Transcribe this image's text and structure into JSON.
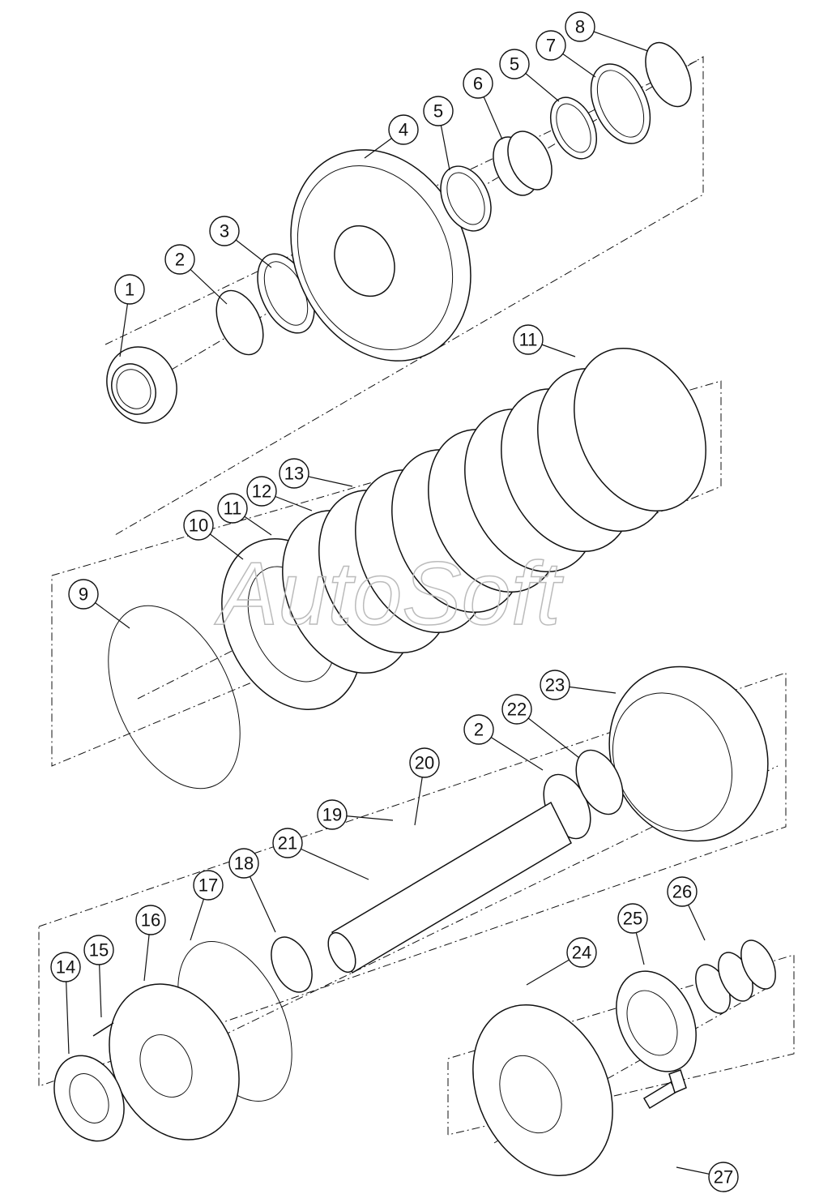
{
  "watermark": "AutoSoft",
  "callouts": [
    {
      "id": "c1",
      "label": "1"
    },
    {
      "id": "c2a",
      "label": "2"
    },
    {
      "id": "c3",
      "label": "3"
    },
    {
      "id": "c4",
      "label": "4"
    },
    {
      "id": "c5a",
      "label": "5"
    },
    {
      "id": "c6",
      "label": "6"
    },
    {
      "id": "c5b",
      "label": "5"
    },
    {
      "id": "c7",
      "label": "7"
    },
    {
      "id": "c8",
      "label": "8"
    },
    {
      "id": "c9",
      "label": "9"
    },
    {
      "id": "c10",
      "label": "10"
    },
    {
      "id": "c11a",
      "label": "11"
    },
    {
      "id": "c12",
      "label": "12"
    },
    {
      "id": "c13",
      "label": "13"
    },
    {
      "id": "c11b",
      "label": "11"
    },
    {
      "id": "c14",
      "label": "14"
    },
    {
      "id": "c15",
      "label": "15"
    },
    {
      "id": "c16",
      "label": "16"
    },
    {
      "id": "c17",
      "label": "17"
    },
    {
      "id": "c18",
      "label": "18"
    },
    {
      "id": "c19",
      "label": "19"
    },
    {
      "id": "c20",
      "label": "20"
    },
    {
      "id": "c21",
      "label": "21"
    },
    {
      "id": "c2b",
      "label": "2"
    },
    {
      "id": "c22",
      "label": "22"
    },
    {
      "id": "c23",
      "label": "23"
    },
    {
      "id": "c24",
      "label": "24"
    },
    {
      "id": "c25",
      "label": "25"
    },
    {
      "id": "c26",
      "label": "26"
    },
    {
      "id": "c27",
      "label": "27"
    }
  ]
}
